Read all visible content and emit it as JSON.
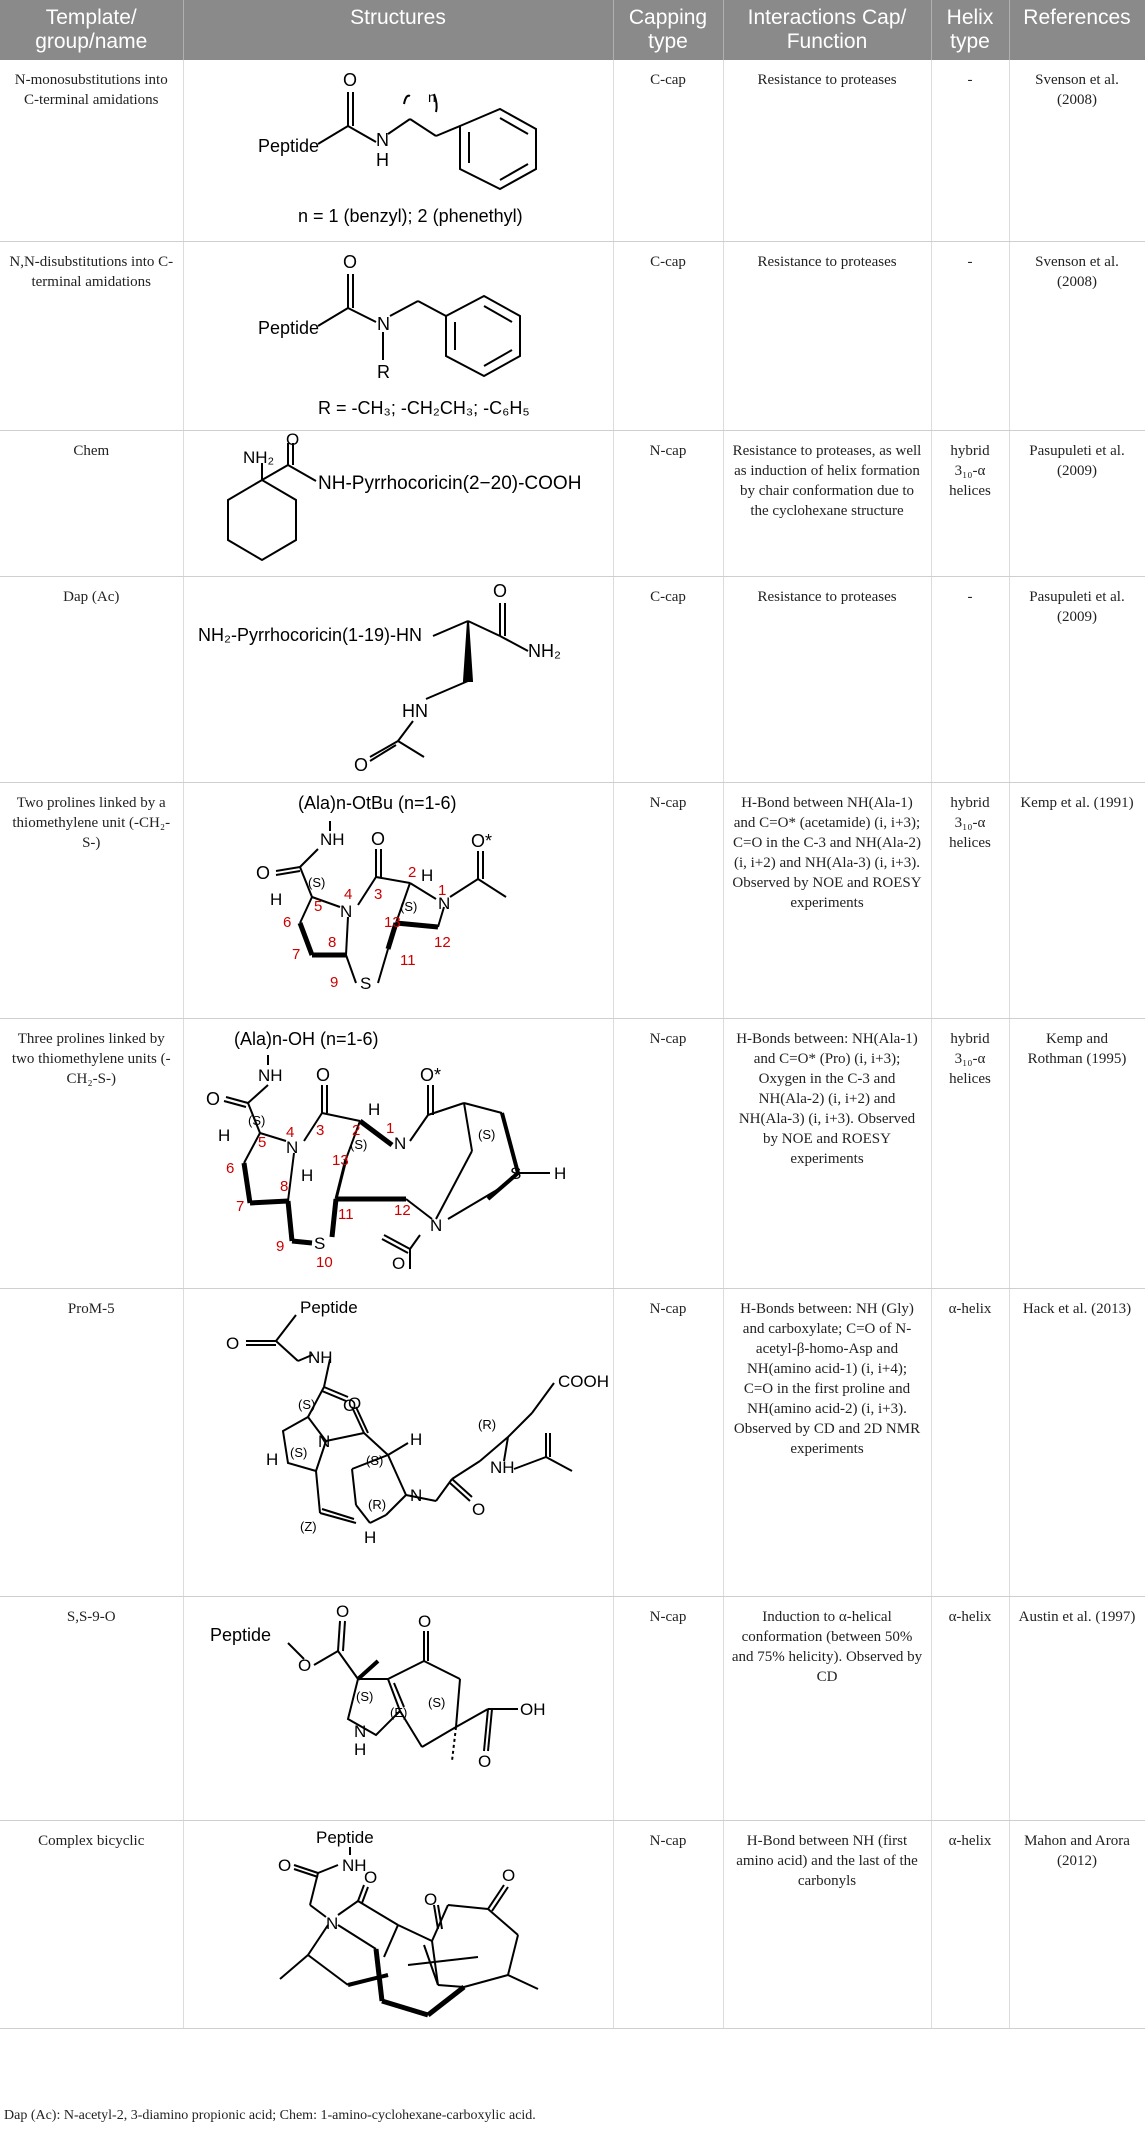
{
  "headers": [
    "Template/ group/name",
    "Structures",
    "Capping type",
    "Interactions Cap/ Function",
    "Helix type",
    "References"
  ],
  "rows": [
    {
      "name": "N-monosubstitutions into C-terminal amidations",
      "capping": "C-cap",
      "interactions": "Resistance to proteases",
      "helix": "-",
      "reference": "Svenson et al. (2008)",
      "structure_labels": {
        "peptide": "Peptide",
        "o": "O",
        "nh": "N",
        "h": "H",
        "n": "n",
        "caption": "n = 1 (benzyl); 2 (phenethyl)"
      }
    },
    {
      "name": "N,N-disubstitutions into C-terminal amidations",
      "capping": "C-cap",
      "interactions": "Resistance to proteases",
      "helix": "-",
      "reference": "Svenson et al. (2008)",
      "structure_labels": {
        "peptide": "Peptide",
        "o": "O",
        "n": "N",
        "r": "R",
        "caption": "R = -CH₃; -CH₂CH₃; -C₆H₅"
      }
    },
    {
      "name": "Chem",
      "capping": "N-cap",
      "interactions": "Resistance to proteases, as well as induction of helix formation by chair conformation due to the cyclohexane structure",
      "helix": "hybrid 3₁₀-α helices",
      "reference": "Pasupuleti et al. (2009)",
      "structure_labels": {
        "nh2": "NH₂",
        "o": "O",
        "chain": "NH-Pyrrhocoricin(2−20)-COOH"
      }
    },
    {
      "name": "Dap (Ac)",
      "capping": "C-cap",
      "interactions": "Resistance to proteases",
      "helix": "-",
      "reference": "Pasupuleti et al. (2009)",
      "structure_labels": {
        "chain": "NH₂-Pyrrhocoricin(1-19)-HN",
        "o": "O",
        "nh2": "NH₂",
        "hn": "HN",
        "o2": "O"
      }
    },
    {
      "name": "Two prolines linked by a thiomethylene unit (-CH₂-S-)",
      "capping": "N-cap",
      "interactions": "H-Bond between NH(Ala-1) and C=O* (acetamide) (i, i+3); C=O in the C-3 and NH(Ala-2) (i, i+2) and NH(Ala-3) (i, i+3). Observed by NOE and ROESY experiments",
      "helix": "hybrid 3₁₀-α helices",
      "reference": "Kemp et al. (1991)",
      "structure_labels": {
        "top": "(Ala)n-OtBu   (n=1-6)",
        "nh": "NH",
        "o": "O",
        "ostar": "O*",
        "h": "H",
        "s": "S",
        "n": "N",
        "stereo": "(S)"
      }
    },
    {
      "name": "Three prolines linked by two thiomethylene units (-CH₂-S-)",
      "capping": "N-cap",
      "interactions": "H-Bonds between: NH(Ala-1) and C=O* (Pro) (i, i+3); Oxygen in the C-3 and NH(Ala-2) (i, i+2) and NH(Ala-3) (i, i+3). Observed by NOE and ROESY experiments",
      "helix": "hybrid 3₁₀-α helices",
      "reference": "Kemp and Rothman (1995)",
      "structure_labels": {
        "top": "(Ala)n-OH    (n=1-6)",
        "nh": "NH",
        "o": "O",
        "ostar": "O*",
        "h": "H",
        "s": "S",
        "n": "N",
        "stereo": "(S)"
      }
    },
    {
      "name": "ProM-5",
      "capping": "N-cap",
      "interactions": "H-Bonds between: NH (Gly) and carboxylate; C=O of N-acetyl-β-homo-Asp and NH(amino acid-1) (i, i+4); C=O in the first proline and NH(amino acid-2) (i, i+3). Observed by CD and 2D NMR experiments",
      "helix": "α-helix",
      "reference": "Hack et al. (2013)",
      "structure_labels": {
        "peptide": "Peptide",
        "nh": "NH",
        "o": "O",
        "cooh": "COOH",
        "n": "N",
        "h": "H",
        "s": "(S)",
        "r": "(R)",
        "z": "(Z)"
      }
    },
    {
      "name": "S,S-9-O",
      "capping": "N-cap",
      "interactions": "Induction to α-helical conformation (between 50% and 75% helicity). Observed by CD",
      "helix": "α-helix",
      "reference": "Austin et al. (1997)",
      "structure_labels": {
        "peptide": "Peptide",
        "o": "O",
        "oh": "OH",
        "nh": "N",
        "h": "H",
        "s": "(S)",
        "e": "(E)"
      }
    },
    {
      "name": "Complex bicyclic",
      "capping": "N-cap",
      "interactions": "H-Bond between NH (first amino acid) and the last of the carbonyls",
      "helix": "α-helix",
      "reference": "Mahon and Arora (2012)",
      "structure_labels": {
        "peptide": "Peptide",
        "nh": "NH",
        "o": "O",
        "n": "N"
      }
    }
  ],
  "footnote": "Dap (Ac): N-acetyl-2, 3-diamino propionic acid; Chem: 1-amino-cyclohexane-carboxylic acid."
}
